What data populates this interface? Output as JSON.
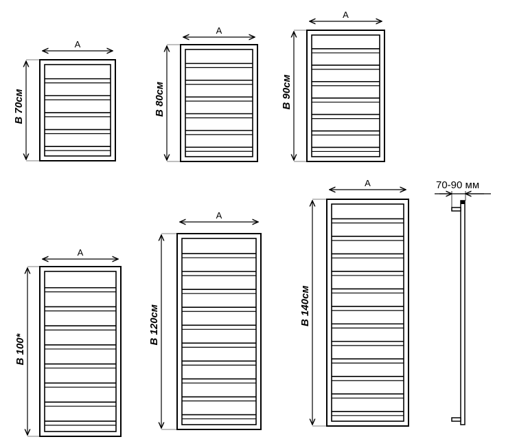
{
  "radiators": [
    {
      "width_label": "A",
      "height_prefix": "B",
      "height_label": "70см"
    },
    {
      "width_label": "A",
      "height_prefix": "B",
      "height_label": "80см"
    },
    {
      "width_label": "A",
      "height_prefix": "B",
      "height_label": "90см"
    },
    {
      "width_label": "A",
      "height_prefix": "B",
      "height_label": "100*"
    },
    {
      "width_label": "A",
      "height_prefix": "B",
      "height_label": "120см"
    },
    {
      "width_label": "A",
      "height_prefix": "B",
      "height_label": "140см"
    }
  ],
  "side_view": {
    "depth_label": "70-90 мм"
  }
}
